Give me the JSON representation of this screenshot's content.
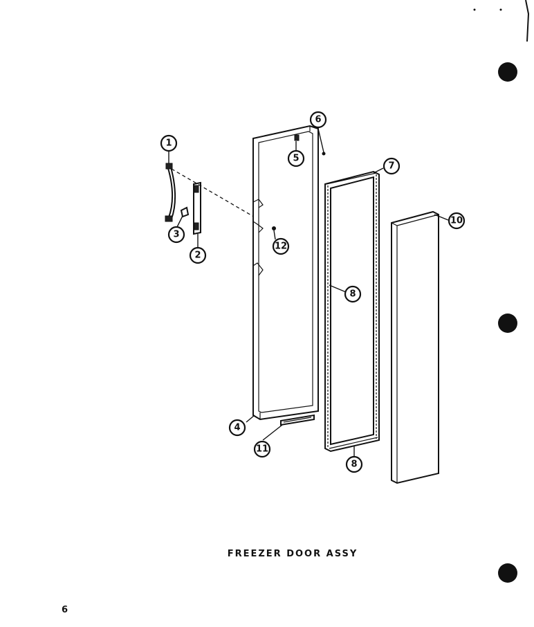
{
  "caption": "FREEZER DOOR ASSY",
  "page_number": "6",
  "callouts": [
    "1",
    "2",
    "3",
    "4",
    "5",
    "6",
    "7",
    "8",
    "8",
    "9",
    "10",
    "11",
    "12"
  ]
}
